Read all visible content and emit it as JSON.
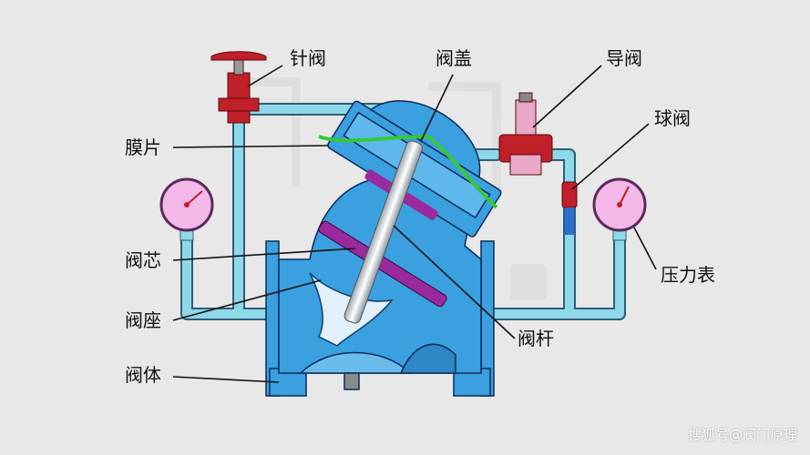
{
  "labels": {
    "needle_valve": "针阀",
    "bonnet": "阀盖",
    "pilot_valve": "导阀",
    "ball_valve": "球阀",
    "diaphragm": "膜片",
    "disc": "阀芯",
    "seat": "阀座",
    "body": "阀体",
    "stem": "阀杆",
    "gauge": "压力表"
  },
  "watermark": "搜狐号@阀门原理",
  "colors": {
    "background": "#e8e8e8",
    "body_blue": "#3aa0e0",
    "body_outline": "#0a2a5a",
    "pipe": "#8fd8e8",
    "diaphragm": "#37c837",
    "disc": "#9b2aa0",
    "needle_valve": "#c0202a",
    "gauge_face": "#f4b8e8"
  }
}
